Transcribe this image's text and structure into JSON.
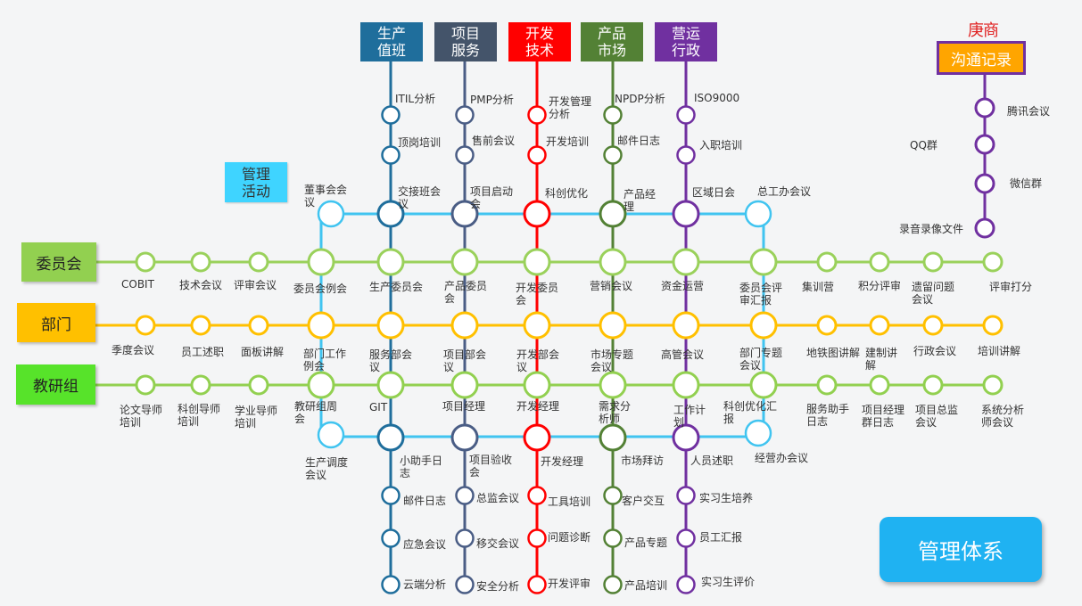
{
  "colors": {
    "line_prod": "#1f6e9c",
    "line_proj": "#4a5d85",
    "line_dev": "#ff0000",
    "line_market": "#538135",
    "line_ops": "#7030a0",
    "row_committee": "#9ad15b",
    "row_dept": "#ffc000",
    "row_teach": "#92d050",
    "loop": "#40c4f0",
    "comm": "#7030a0"
  },
  "headers": [
    {
      "key": "prod",
      "label": "生产\n值班",
      "color": "#1f6e9c"
    },
    {
      "key": "proj",
      "label": "项目\n服务",
      "color": "#44546a"
    },
    {
      "key": "dev",
      "label": "开发\n技术",
      "color": "#ff0000"
    },
    {
      "key": "market",
      "label": "产品\n市场",
      "color": "#538135"
    },
    {
      "key": "ops",
      "label": "营运\n行政",
      "color": "#7030a0"
    }
  ],
  "side_labels": {
    "committee": {
      "label": "委员会",
      "color": "#92d050"
    },
    "dept": {
      "label": "部门",
      "color": "#ffc000"
    },
    "teach": {
      "label": "教研组",
      "color": "#57e32a"
    }
  },
  "mgmt_activity": "管理\n活动",
  "comm_logo": "庚商",
  "comm_title": "沟通记录",
  "system_button": "管理体系",
  "col_top_labels": {
    "prod": [
      "ITIL分析",
      "顶岗培训",
      "交接班会\n议"
    ],
    "proj": [
      "PMP分析",
      "售前会议",
      "项目启动\n会"
    ],
    "dev": [
      "开发管理\n分析",
      "开发培训",
      "科创优化"
    ],
    "market": [
      "NPDP分析",
      "邮件日志",
      "产品经\n理"
    ],
    "ops": [
      "ISO9000",
      "入职培训",
      "区域日会"
    ]
  },
  "col_bottom_labels": {
    "prod": [
      "小助手日\n志",
      "邮件日志",
      "应急会议",
      "云端分析"
    ],
    "proj": [
      "项目验收\n会",
      "总监会议",
      "移交会议",
      "安全分析"
    ],
    "dev": [
      "开发经理",
      "工具培训",
      "问题诊断",
      "开发评审"
    ],
    "market": [
      "市场拜访",
      "客户交互",
      "产品专题",
      "产品培训"
    ],
    "ops": [
      "人员述职",
      "实习生培养",
      "员工汇报",
      "实习生评价"
    ]
  },
  "loop_labels": {
    "top_left": "董事会会\n议",
    "top_right": "总工办会议",
    "bottom_left": "生产调度\n会议",
    "bottom_right": "经营办会议"
  },
  "row_committee": [
    "COBIT",
    "技术会议",
    "评审会议",
    "委员会例会",
    "生产委员会",
    "产品委员\n会",
    "开发委员\n会",
    "营销会议",
    "资金运营",
    "委员会评\n审汇报",
    "集训营",
    "积分评审",
    "遗留问题\n会议",
    "评审打分"
  ],
  "row_dept": [
    "季度会议",
    "员工述职",
    "面板讲解",
    "部门工作\n例会",
    "服务部会\n议",
    "项目部会\n议",
    "开发部会\n议",
    "市场专题\n会议",
    "高管会议",
    "部门专题\n会议",
    "地铁图讲解",
    "建制讲\n解",
    "行政会议",
    "培训讲解"
  ],
  "row_teach": [
    "论文导师\n培训",
    "科创导师\n培训",
    "学业导师\n培训",
    "教研组周\n会",
    "GIT",
    "项目经理",
    "开发经理",
    "需求分\n析师",
    "工作计\n划",
    "科创优化汇\n报",
    "服务助手\n日志",
    "项目经理\n群日志",
    "项目总监\n会议",
    "系统分析\n师会议"
  ],
  "comm_items": [
    "腾讯会议",
    "QQ群",
    "微信群",
    "录音录像文件"
  ]
}
